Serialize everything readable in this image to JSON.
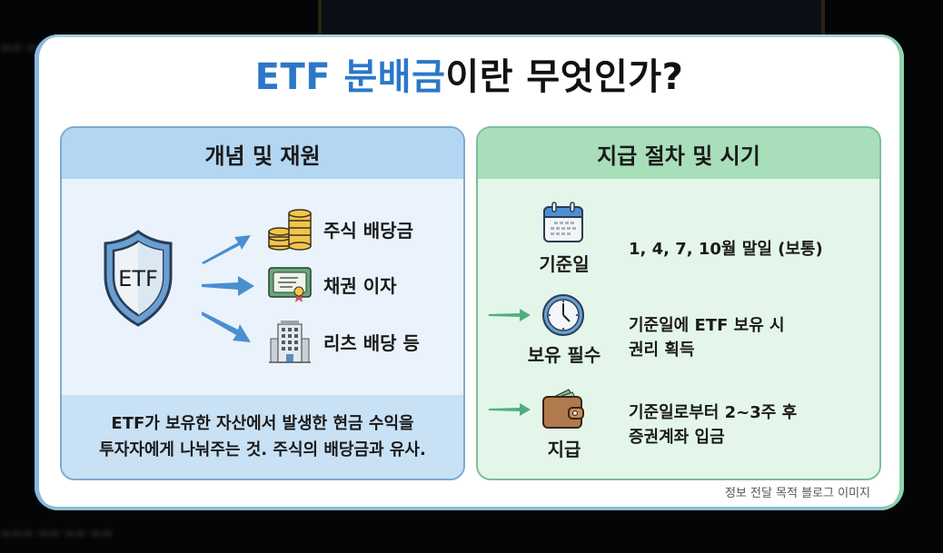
{
  "infographic": {
    "title_accent": "ETF 분배금",
    "title_rest": "이란 무엇인가?",
    "left_panel": {
      "heading": "개념 및 재원",
      "center_icon": "shield-icon",
      "center_label": "ETF",
      "sources": [
        {
          "icon": "coins-icon",
          "label": "주식 배당금"
        },
        {
          "icon": "bond-certificate-icon",
          "label": "채권 이자"
        },
        {
          "icon": "building-icon",
          "label": "리츠 배당 등"
        }
      ],
      "description_line1": "ETF가 보유한 자산에서 발생한 현금 수익을",
      "description_line2": "투자자에게 나눠주는 것. 주식의 배당금과 유사."
    },
    "right_panel": {
      "heading": "지급 절차 및 시기",
      "steps": [
        {
          "icon": "calendar-icon",
          "label": "기준일",
          "desc_line1": "1, 4, 7, 10월 말일 (보통)",
          "desc_line2": ""
        },
        {
          "icon": "clock-icon",
          "label": "보유 필수",
          "desc_line1": "기준일에 ETF 보유 시",
          "desc_line2": "권리 획득"
        },
        {
          "icon": "wallet-icon",
          "label": "지급",
          "desc_line1": "기준일로부터 2~3주 후",
          "desc_line2": "증권계좌 입금"
        }
      ]
    },
    "footnote": "정보 전달 목적 블로그 이미지",
    "colors": {
      "accent_blue": "#2b78c8",
      "left_header": "#b3d6f3",
      "right_header": "#a8deba",
      "arrow_blue": "#4a8fd0",
      "arrow_green": "#4fae7e"
    }
  }
}
